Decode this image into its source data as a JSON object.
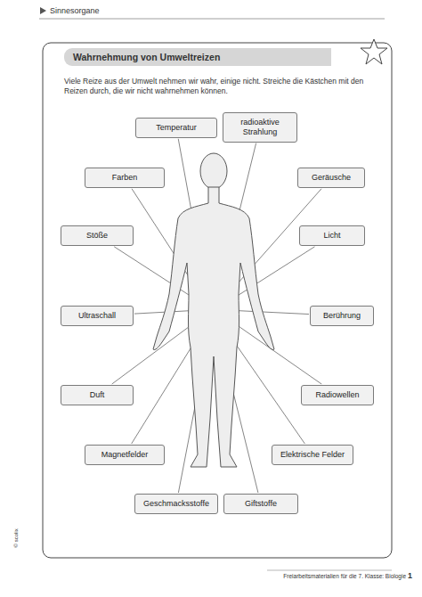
{
  "diagram": {
    "title": "Wahrnehmung von Umweltreizen",
    "nodes": [
      {
        "text": [
          "Temperatur"
        ]
      },
      {
        "text": [
          "radioaktive Strahlung"
        ]
      },
      {
        "text": [
          "Farben"
        ]
      },
      {
        "text": [
          "Geräusche"
        ]
      },
      {
        "text": [
          "Stöße"
        ]
      },
      {
        "text": [
          "Licht"
        ]
      },
      {
        "text": [
          "Ultraschall"
        ]
      },
      {
        "text": [
          "Berührung"
        ]
      },
      {
        "text": [
          "Duft"
        ]
      },
      {
        "text": [
          "Radiowellen"
        ]
      },
      {
        "text": [
          "Magnetfelder"
        ]
      },
      {
        "text": [
          "Elektrische Felder"
        ]
      },
      {
        "text": [
          "Geschmacksstoffe"
        ]
      },
      {
        "text": [
          "Giftstoffe"
        ]
      }
    ],
    "labels": [
      "Sinnesorgane",
      "Viele Reize aus der Umwelt nehmen wir wahr, einige nicht. Streiche die Kästchen mit den Reizen durch, die wir nicht wahrnehmen können.",
      "© scolix",
      "Freiarbeitsmaterialien für die 7. Klasse: Biologie",
      "1"
    ]
  }
}
